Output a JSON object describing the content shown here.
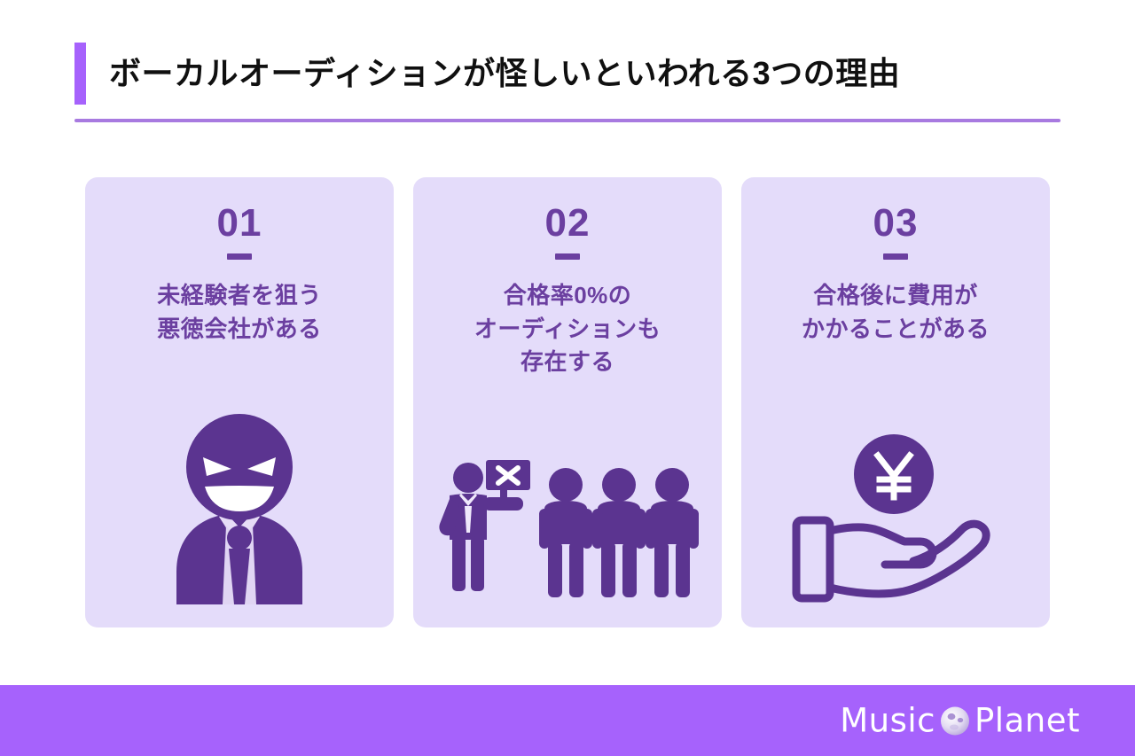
{
  "header": {
    "title": "ボーカルオーディションが怪しいといわれる3つの理由",
    "accent_color": "#a662fc",
    "divider_color": "#a87ae0",
    "title_color": "#101010"
  },
  "theme": {
    "page_background": "#ffffff",
    "card_background": "#e4dcfa",
    "card_text_color": "#6b3fa0",
    "icon_color": "#6b3fa0",
    "footer_background": "#a662fc",
    "logo_text_color": "#ffffff"
  },
  "cards": [
    {
      "number": "01",
      "text": "未経験者を狙う\n悪徳会社がある",
      "icon_name": "villain-businessman-icon"
    },
    {
      "number": "02",
      "text": "合格率0%の\nオーディションも\n存在する",
      "icon_name": "rejection-x-sign-people-icon"
    },
    {
      "number": "03",
      "text": "合格後に費用が\nかかることがある",
      "icon_name": "hand-holding-yen-coin-icon"
    }
  ],
  "footer": {
    "logo": {
      "word_left": "Music",
      "word_right": "Planet",
      "planet_icon_name": "planet-sphere-icon"
    }
  }
}
